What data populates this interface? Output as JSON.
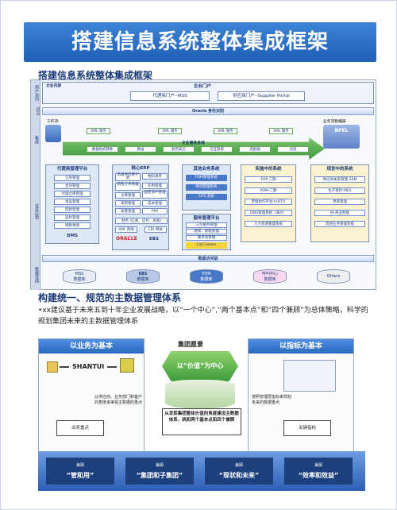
{
  "banner_title": "搭建信息系统整体集成框架",
  "section1_title": "搭建信息系统整体集成框架",
  "arch": {
    "side_labels": [
      "用户访问",
      "SSO",
      "集成",
      "业务应用",
      "数据存储"
    ],
    "portal": {
      "enterprise_inner": "企业内部",
      "portal_title": "企业门户",
      "mss_portal": "代理商门户--MSS",
      "supplier_portal": "供应商门户--Supplier Portal"
    },
    "sso": "Oracle 身份识别",
    "integration": {
      "workflow": "工作流",
      "bpel_caption": "业务流程编排",
      "bpel": "BPEL",
      "xml_tags": [
        "XML 服务",
        "XML 服务",
        "XML 服务",
        "XML 服务"
      ],
      "bus_label": "企业服务总线",
      "services": [
        "数据格式转换",
        "路由",
        "服务安全",
        "交互管理",
        "适配器",
        "消息"
      ]
    },
    "dms": {
      "title": "代理商管理平台",
      "items": [
        "订单管理",
        "合同管理",
        "代理仓库管理",
        "发运管理",
        "回款管理",
        "返利管理",
        "销售预测"
      ],
      "footer": "DMS"
    },
    "erp": {
      "title": "核心ERP",
      "left_items": [
        "高级供应链计划",
        "销售订单管理",
        "仓库管理",
        "采购管理",
        "质量管理"
      ],
      "right_items": [
        "物料清单",
        "在制管理",
        "固定资产管理",
        "成本管理",
        "PIM"
      ],
      "finance": "财务 (应收、应付、总账)",
      "xml_label": "XML 网关",
      "edi_label": "EDI 网关",
      "oracle_label": "ORACLE",
      "ebs_label": "EBS"
    },
    "other_systems": {
      "title": "其他业务系统",
      "items": [
        "PDM管理系统",
        "物流管理系统",
        "GPS 系统"
      ]
    },
    "service_platform": {
      "title": "服务管理平台",
      "items": [
        "三包服务管理",
        "退修、索赔管理",
        "服务商管理"
      ],
      "footer": "Call Center"
    },
    "implementing": {
      "title": "实施中的系统",
      "items": [
        "ERP-二期",
        "PDM-二期",
        "营销协作平台-toOTO",
        "DMS管理系统（海外）",
        "人力资源管理系统"
      ]
    },
    "planned": {
      "title": "规划中的系统",
      "items": [
        "供应商关系管理-SRM",
        "生产管控-MES",
        "项目管理",
        "BI-商业智能",
        "其他业务管理系统"
      ]
    },
    "data_access": "数据访问层",
    "data_stores": [
      {
        "name": "MSS",
        "sub": "数据库"
      },
      {
        "name": "EBS",
        "sub": "数据库"
      },
      {
        "name": "PDM",
        "sub": "数据库"
      },
      {
        "name": "呼叫中心",
        "sub": "数据库"
      },
      {
        "name": "Others",
        "sub": ""
      }
    ]
  },
  "section2_title": "构建统一、规范的主数据管理体系",
  "section2_para": "•xx建议基于未来五到十年企业发展战略，以“一个中心”,“两个基本点”和“四个兼顾”为总体策略，科学的规划集团未来的主数据管理体系",
  "lower": {
    "left_panel_title": "以业务为基本",
    "brand": "SHANTUI",
    "left_note": "从供应商、业务部门和客户的角度来审视主数据的重点",
    "left_box": "业务重点",
    "vision_title": "集团愿景",
    "center_hex": "以“价值”为中心",
    "center_box": "从发挥集团整体价值的角度建设主数据体系，统和两个基本点和四个兼顾",
    "right_panel_title": "以指标为基本",
    "right_note": "按照管理层指标来规划未来的数据重点",
    "right_box": "关键指标"
  },
  "footer": [
    {
      "small": "兼顾",
      "big": "“管和用”"
    },
    {
      "small": "兼顾",
      "big": "“集团和子集团”"
    },
    {
      "small": "兼顾",
      "big": "“现状和未来”"
    },
    {
      "small": "兼顾",
      "big": "“效率和效益”"
    }
  ],
  "colors": {
    "banner": "#2a6fc9",
    "title_text": "#1b3a78",
    "arrow_green": "#4caf50",
    "footer_blue": "#1c3f7e"
  }
}
